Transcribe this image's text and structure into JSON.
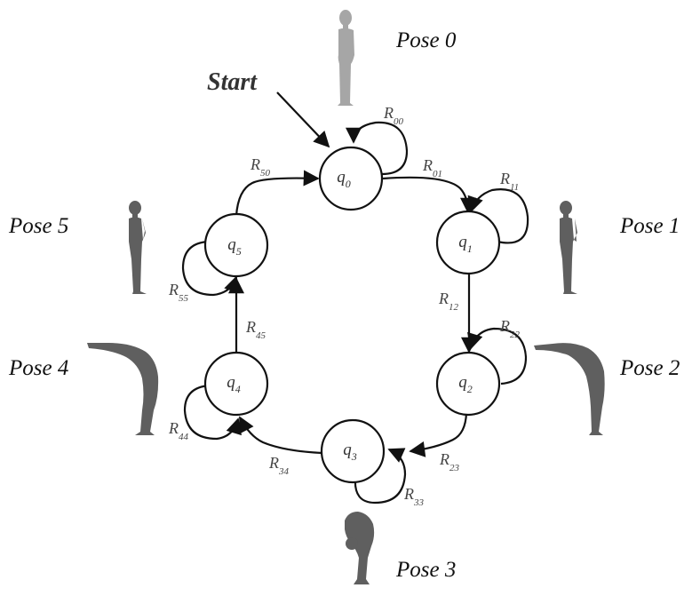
{
  "start_label": "Start",
  "states": [
    {
      "id": "q0",
      "letter": "q",
      "sub": "0"
    },
    {
      "id": "q1",
      "letter": "q",
      "sub": "1"
    },
    {
      "id": "q2",
      "letter": "q",
      "sub": "2"
    },
    {
      "id": "q3",
      "letter": "q",
      "sub": "3"
    },
    {
      "id": "q4",
      "letter": "q",
      "sub": "4"
    },
    {
      "id": "q5",
      "letter": "q",
      "sub": "5"
    }
  ],
  "transitions": [
    {
      "id": "R00",
      "letter": "R",
      "sub": "00"
    },
    {
      "id": "R01",
      "letter": "R",
      "sub": "01"
    },
    {
      "id": "R11",
      "letter": "R",
      "sub": "11"
    },
    {
      "id": "R12",
      "letter": "R",
      "sub": "12"
    },
    {
      "id": "R22",
      "letter": "R",
      "sub": "22"
    },
    {
      "id": "R23",
      "letter": "R",
      "sub": "23"
    },
    {
      "id": "R33",
      "letter": "R",
      "sub": "33"
    },
    {
      "id": "R34",
      "letter": "R",
      "sub": "34"
    },
    {
      "id": "R44",
      "letter": "R",
      "sub": "44"
    },
    {
      "id": "R45",
      "letter": "R",
      "sub": "45"
    },
    {
      "id": "R55",
      "letter": "R",
      "sub": "55"
    },
    {
      "id": "R50",
      "letter": "R",
      "sub": "50"
    }
  ],
  "poses": [
    {
      "id": "pose0",
      "label": "Pose 0",
      "color": "#a6a6a6"
    },
    {
      "id": "pose1",
      "label": "Pose 1",
      "color": "#5f5f5f"
    },
    {
      "id": "pose2",
      "label": "Pose 2",
      "color": "#5f5f5f"
    },
    {
      "id": "pose3",
      "label": "Pose 3",
      "color": "#5f5f5f"
    },
    {
      "id": "pose4",
      "label": "Pose 4",
      "color": "#5f5f5f"
    },
    {
      "id": "pose5",
      "label": "Pose 5",
      "color": "#5f5f5f"
    }
  ]
}
